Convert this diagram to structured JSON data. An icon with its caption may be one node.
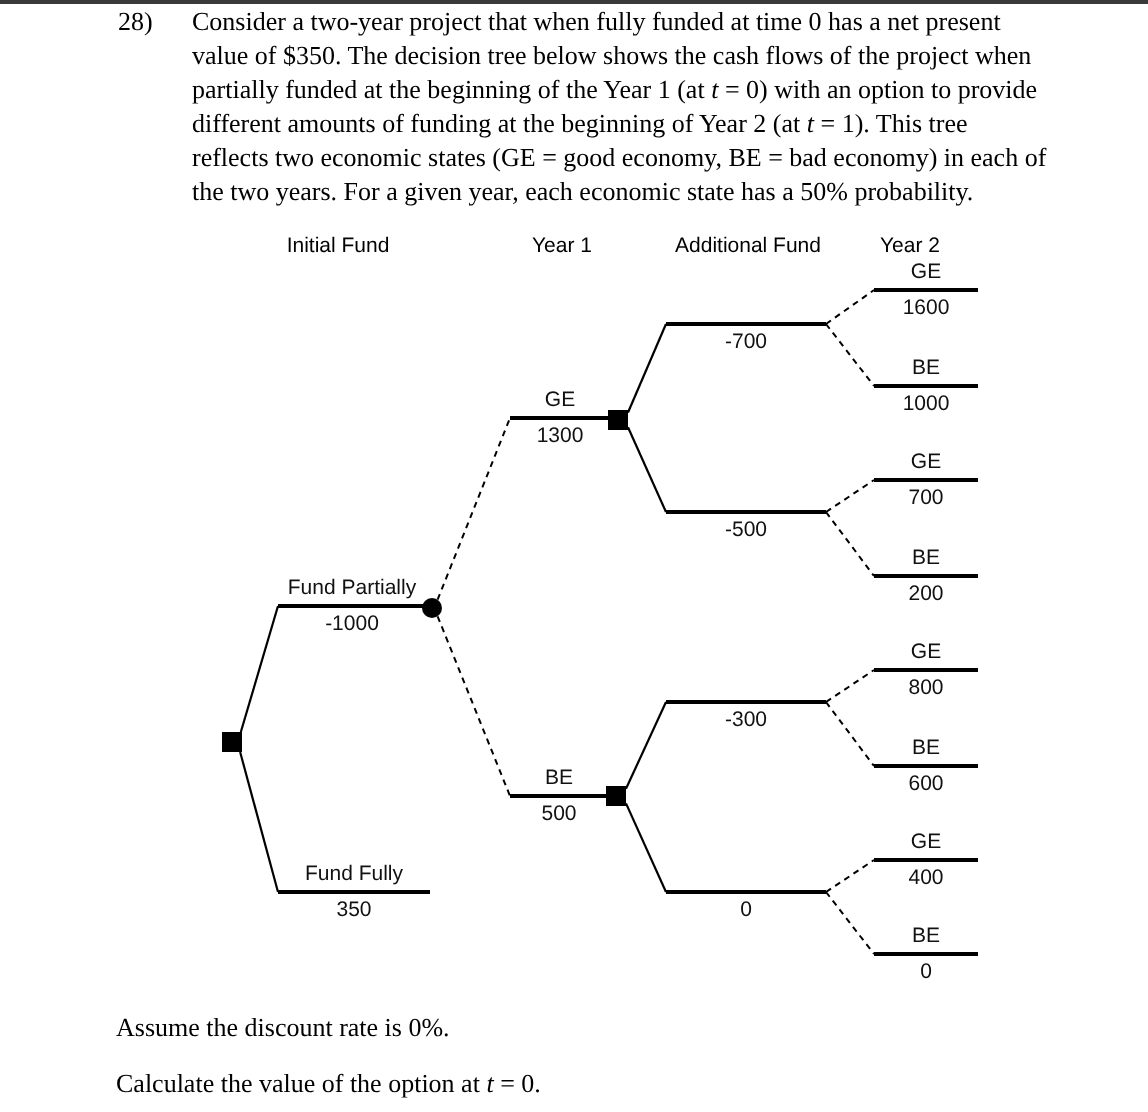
{
  "diagram": {
    "nodes": [
      {
        "text": [],
        "shape": "box"
      },
      {
        "text": [
          "Fund Partially",
          "-1000"
        ]
      },
      {
        "text": [
          "Fund Fully",
          "350"
        ]
      },
      {
        "text": [],
        "shape": "circle"
      },
      {
        "text": [
          "GE",
          "1300"
        ]
      },
      {
        "text": [
          "BE",
          "500"
        ]
      },
      {
        "text": [],
        "shape": "box"
      },
      {
        "text": [],
        "shape": "box"
      },
      {
        "text": [
          "-700"
        ]
      },
      {
        "text": [
          "-500"
        ]
      },
      {
        "text": [
          "-300"
        ]
      },
      {
        "text": [
          "0"
        ]
      },
      {
        "text": [
          "GE",
          "1600"
        ]
      },
      {
        "text": [
          "BE",
          "1000"
        ]
      },
      {
        "text": [
          "GE",
          "700"
        ]
      },
      {
        "text": [
          "BE",
          "200"
        ]
      },
      {
        "text": [
          "GE",
          "800"
        ]
      },
      {
        "text": [
          "BE",
          "600"
        ]
      },
      {
        "text": [
          "GE",
          "400"
        ]
      },
      {
        "text": [
          "BE",
          "0"
        ]
      }
    ],
    "edges": [
      {
        "from": 0,
        "to": 1,
        "arrow": "none"
      },
      {
        "from": 0,
        "to": 2,
        "arrow": "none"
      },
      {
        "from": 3,
        "to": 4,
        "arrow": "none",
        "style": "dashed"
      },
      {
        "from": 3,
        "to": 5,
        "arrow": "none",
        "style": "dashed"
      },
      {
        "from": 6,
        "to": 8,
        "arrow": "none"
      },
      {
        "from": 6,
        "to": 9,
        "arrow": "none"
      },
      {
        "from": 7,
        "to": 10,
        "arrow": "none"
      },
      {
        "from": 7,
        "to": 11,
        "arrow": "none"
      },
      {
        "from": 8,
        "to": 12,
        "arrow": "none",
        "style": "dashed"
      },
      {
        "from": 8,
        "to": 13,
        "arrow": "none",
        "style": "dashed"
      },
      {
        "from": 9,
        "to": 14,
        "arrow": "none",
        "style": "dashed"
      },
      {
        "from": 9,
        "to": 15,
        "arrow": "none",
        "style": "dashed"
      },
      {
        "from": 10,
        "to": 16,
        "arrow": "none",
        "style": "dashed"
      },
      {
        "from": 10,
        "to": 17,
        "arrow": "none",
        "style": "dashed"
      },
      {
        "from": 11,
        "to": 18,
        "arrow": "none",
        "style": "dashed"
      },
      {
        "from": 11,
        "to": 19,
        "arrow": "none",
        "style": "dashed"
      }
    ],
    "labels": [
      "28)",
      "Consider a two-year project that when fully funded at time 0 has a net present value of $350. The decision tree below shows the cash flows of the project when partially funded at the beginning of the Year 1 (at *t* = 0) with an option to provide different amounts of funding at the beginning of Year 2 (at *t* = 1). This tree reflects two economic states (GE = good economy, BE = bad economy) in each of the two years. For a given year, each economic state has a 50% probability.",
      "Initial Fund",
      "Year 1",
      "Additional Fund",
      "Year 2",
      "Assume the discount rate is 0%.",
      "Calculate the value of the option at *t* = 0."
    ]
  }
}
